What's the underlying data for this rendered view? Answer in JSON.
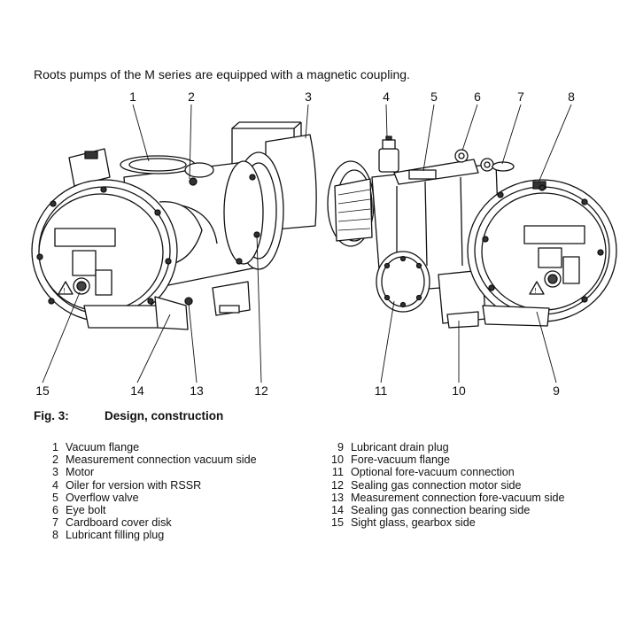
{
  "intro_text": "Roots pumps of the M series are equipped with a magnetic coupling.",
  "figure": {
    "number": "Fig. 3:",
    "title": "Design, construction",
    "callouts_top": [
      "1",
      "2",
      "3",
      "4",
      "5",
      "6",
      "7",
      "8"
    ],
    "callouts_bottom": [
      "15",
      "14",
      "13",
      "12",
      "11",
      "10",
      "9"
    ]
  },
  "legend": {
    "left": [
      {
        "num": "1",
        "label": "Vacuum flange"
      },
      {
        "num": "2",
        "label": "Measurement connection vacuum side"
      },
      {
        "num": "3",
        "label": "Motor"
      },
      {
        "num": "4",
        "label": "Oiler for version with RSSR"
      },
      {
        "num": "5",
        "label": "Overflow valve"
      },
      {
        "num": "6",
        "label": "Eye bolt"
      },
      {
        "num": "7",
        "label": "Cardboard cover disk"
      },
      {
        "num": "8",
        "label": "Lubricant filling plug"
      }
    ],
    "right": [
      {
        "num": "9",
        "label": "Lubricant drain plug"
      },
      {
        "num": "10",
        "label": "Fore-vacuum flange"
      },
      {
        "num": "11",
        "label": "Optional fore-vacuum connection"
      },
      {
        "num": "12",
        "label": "Sealing gas connection motor side"
      },
      {
        "num": "13",
        "label": "Measurement connection fore-vacuum side"
      },
      {
        "num": "14",
        "label": "Sealing gas connection bearing side"
      },
      {
        "num": "15",
        "label": "Sight glass, gearbox side"
      }
    ]
  }
}
